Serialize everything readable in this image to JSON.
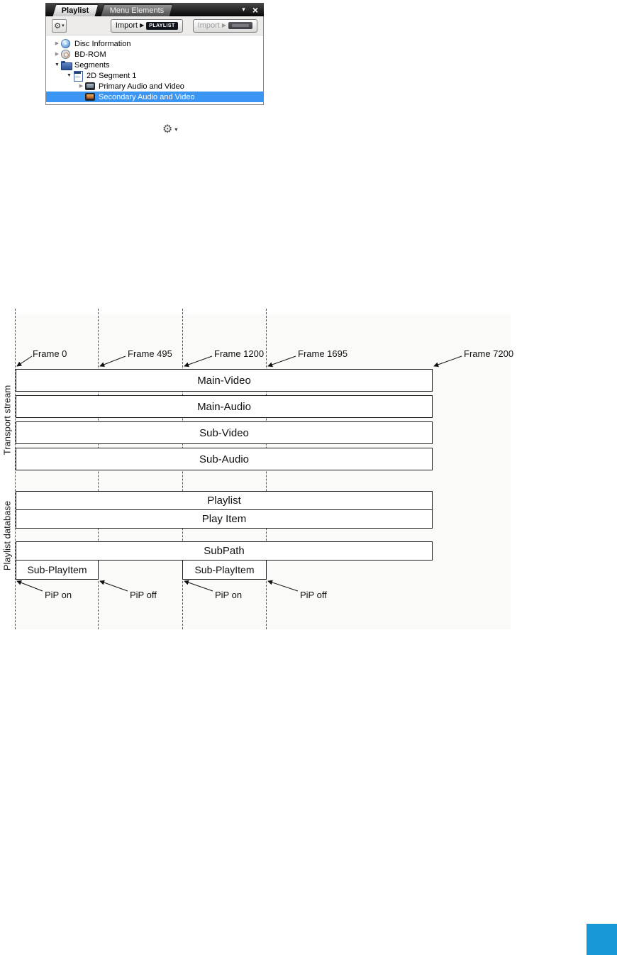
{
  "panel": {
    "tabs": {
      "playlist": "Playlist",
      "menu_elements": "Menu Elements"
    },
    "controls": {
      "dropdown": "▾",
      "close": "×"
    },
    "toolbar": {
      "gear": "⚙",
      "gear_caret": "▾",
      "import1": {
        "label": "Import",
        "arrow": "▶",
        "badge": "PLAYLIST"
      },
      "import2": {
        "label": "Import",
        "arrow": "▶",
        "badge": ""
      }
    },
    "tree": {
      "rows": [
        {
          "label": "Disc Information",
          "expander": "▶"
        },
        {
          "label": "BD-ROM",
          "expander": "▶"
        },
        {
          "label": "Segments",
          "expander": "▼"
        },
        {
          "label": "2D Segment 1",
          "expander": "▼"
        },
        {
          "label": "Primary Audio and Video",
          "expander": "▶"
        },
        {
          "label": "Secondary Audio and Video",
          "expander": ""
        }
      ]
    }
  },
  "gear_widget": {
    "gear": "⚙",
    "caret": "▾"
  },
  "diagram": {
    "frame_labels": [
      "Frame 0",
      "Frame 495",
      "Frame 1200",
      "Frame 1695",
      "Frame 7200"
    ],
    "group_labels": {
      "transport": "Transport stream",
      "database": "Playlist database"
    },
    "bars": {
      "main_video": "Main-Video",
      "main_audio": "Main-Audio",
      "sub_video": "Sub-Video",
      "sub_audio": "Sub-Audio",
      "playlist": "Playlist",
      "play_item": "Play Item",
      "subpath": "SubPath",
      "sub_playitem_a": "Sub-PlayItem",
      "sub_playitem_b": "Sub-PlayItem"
    },
    "pip_labels": [
      "PiP on",
      "PiP off",
      "PiP on",
      "PiP off"
    ]
  },
  "page": {
    "accent_color": "#1899d6"
  }
}
